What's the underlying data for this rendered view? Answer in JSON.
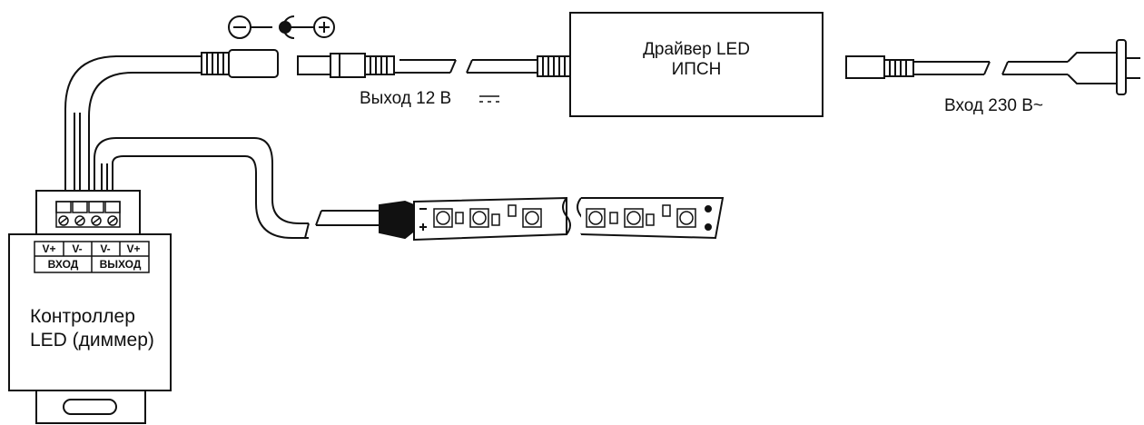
{
  "labels": {
    "driver_line1": "Драйвер LED",
    "driver_line2": "ИПСН",
    "output_12v": "Выход 12 В",
    "input_230v": "Вход 230 В~",
    "controller_line1": "Контроллер",
    "controller_line2": "LED (диммер)",
    "terminal_vplus_1": "V+",
    "terminal_vminus_1": "V-",
    "terminal_vminus_2": "V-",
    "terminal_vplus_2": "V+",
    "input_group": "ВХОД",
    "output_group": "ВЫХОД",
    "polarity_minus": "−",
    "polarity_plus": "+"
  },
  "colors": {
    "line": "#111111",
    "background": "#ffffff"
  },
  "icons": [
    "polarity-minus-icon",
    "polarity-center-icon",
    "polarity-plus-icon",
    "dc-symbol-icon"
  ]
}
